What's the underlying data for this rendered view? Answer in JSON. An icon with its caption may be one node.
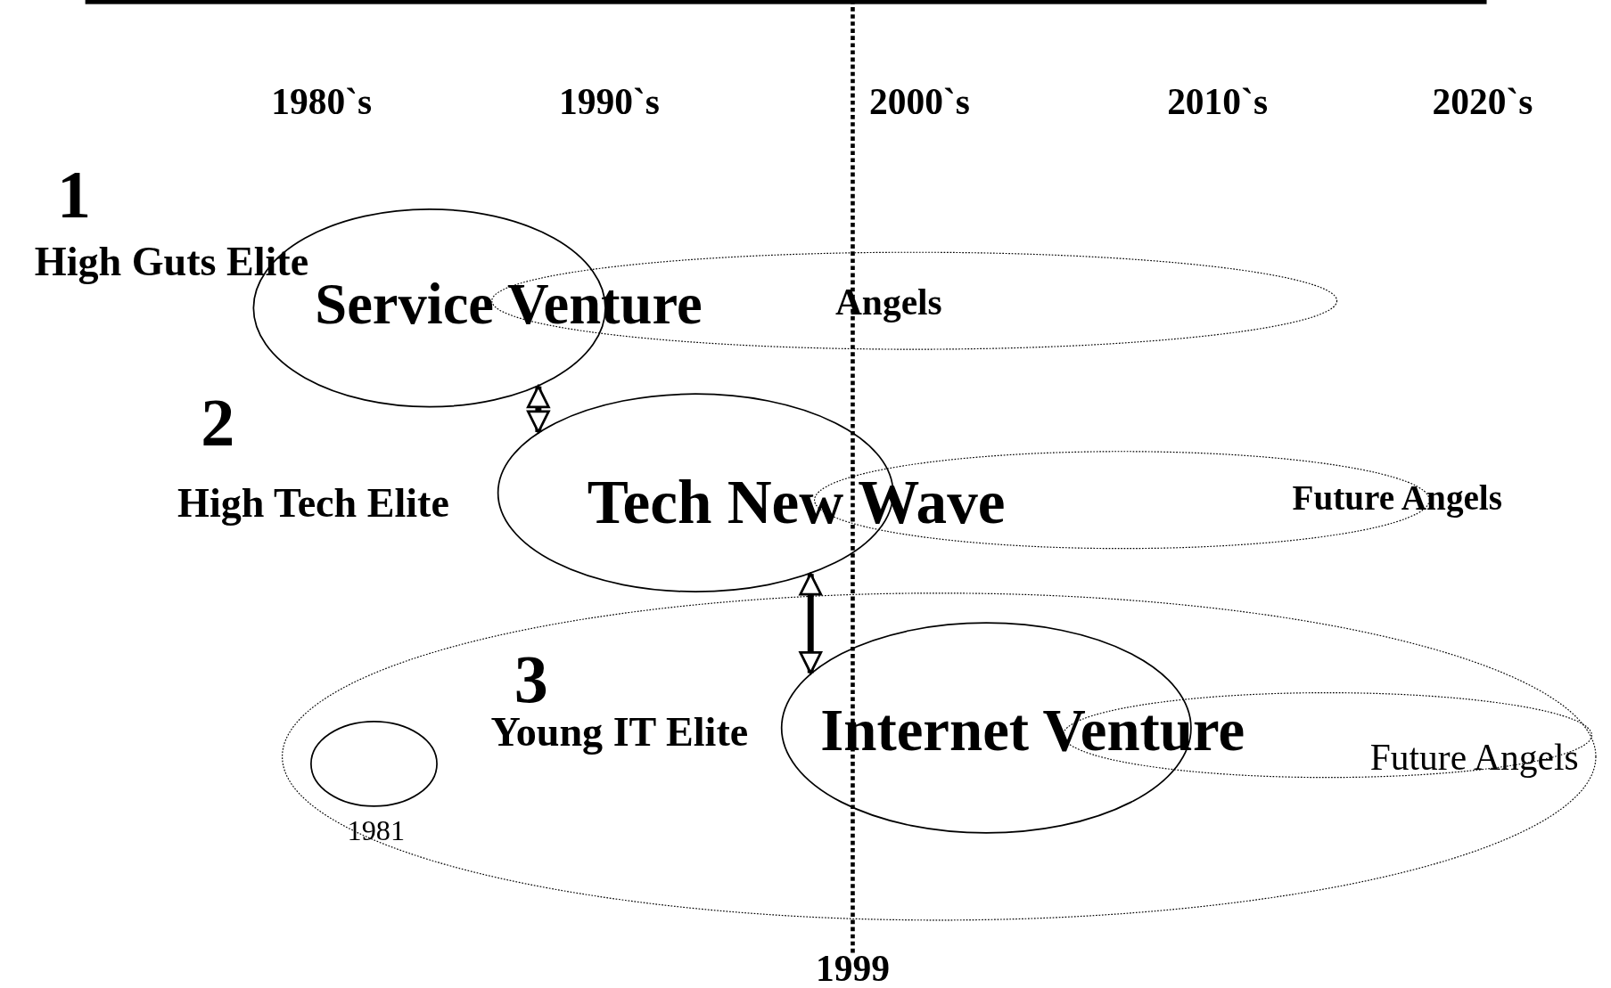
{
  "diagram": {
    "nodes": [
      {
        "text": [
          "Service Venture"
        ]
      },
      {
        "text": [
          "Angels"
        ]
      },
      {
        "text": [
          "Tech New Wave"
        ]
      },
      {
        "text": [
          "Future Angels"
        ]
      },
      {
        "text": [],
        "shape": "ellipse"
      },
      {
        "text": [],
        "shape": "ellipse",
        "in": 4,
        "beside": [
          "1981"
        ]
      },
      {
        "text": [
          "Internet Venture"
        ],
        "in": 4
      },
      {
        "text": [
          "Future Angels"
        ],
        "in": 4
      }
    ],
    "edges": [
      {
        "from": 0,
        "to": 2,
        "arrow": "both"
      },
      {
        "from": 2,
        "to": 6,
        "arrow": "both"
      }
    ],
    "labels": [
      "1980`s",
      "1990`s",
      "2000`s",
      "2010`s",
      "2020`s",
      "1",
      "High Guts Elite",
      "2",
      "High Tech Elite",
      "3",
      "Young IT Elite",
      "1999"
    ]
  }
}
